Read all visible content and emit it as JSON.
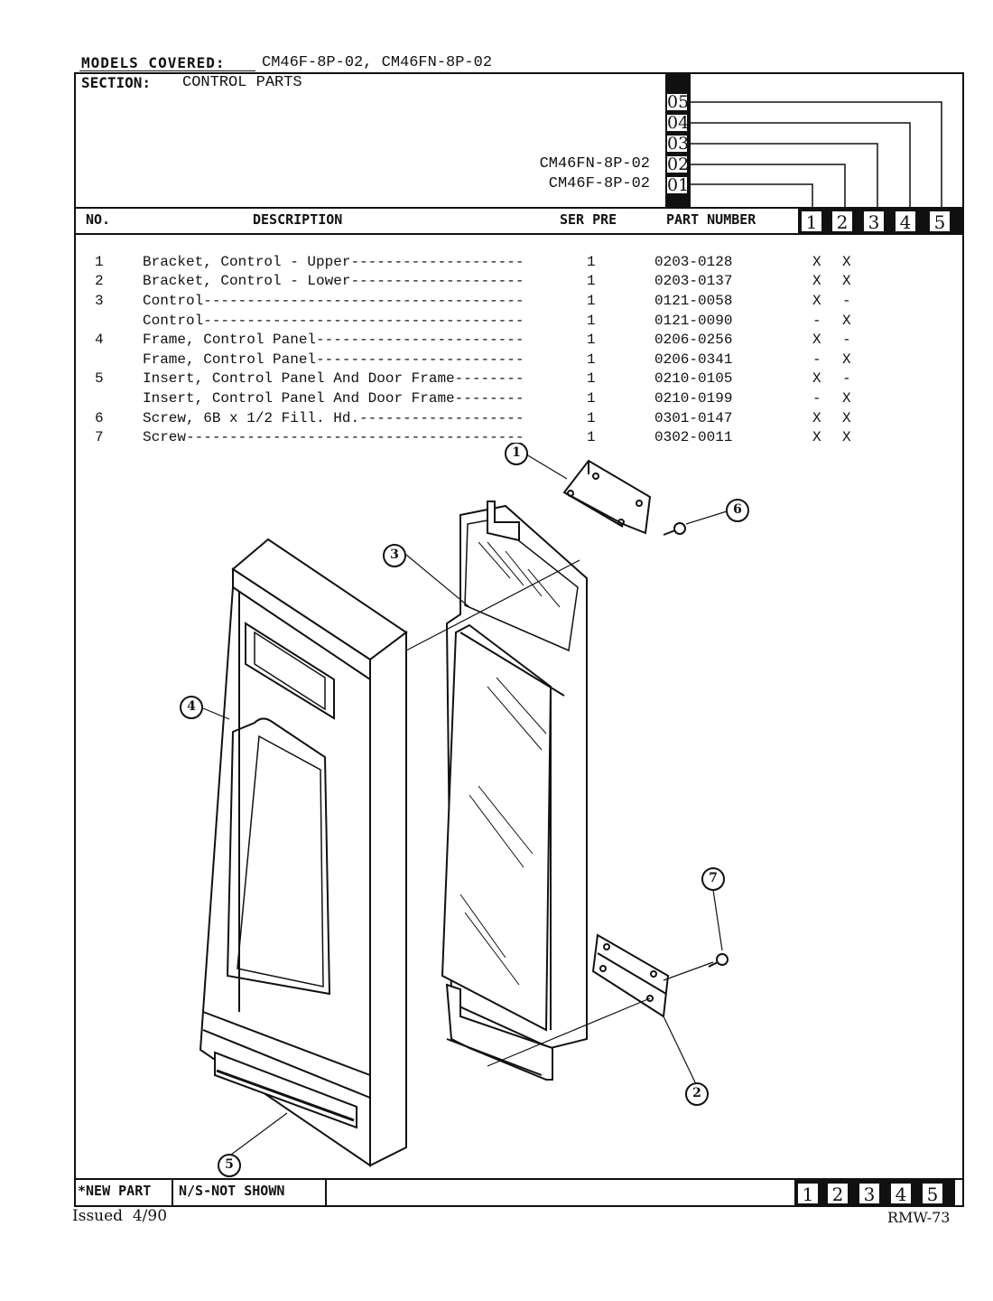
{
  "header": {
    "models_label": "MODELS COVERED:",
    "models_value": "CM46F-8P-02, CM46FN-8P-02",
    "section_label": "SECTION:",
    "section_value": "CONTROL PARTS",
    "model_codes": [
      {
        "code": "05",
        "model": ""
      },
      {
        "code": "04",
        "model": ""
      },
      {
        "code": "03",
        "model": ""
      },
      {
        "code": "02",
        "model": "CM46FN-8P-02"
      },
      {
        "code": "01",
        "model": "CM46F-8P-02"
      }
    ]
  },
  "table": {
    "columns": {
      "no": "NO.",
      "description": "DESCRIPTION",
      "ser_pre": "SER PRE",
      "part_number": "PART NUMBER"
    },
    "model_columns": [
      "1",
      "2",
      "3",
      "4",
      "5"
    ],
    "rows": [
      {
        "no": "1",
        "description": "Bracket, Control - Upper--------------------",
        "qty": "1",
        "part": "0203-0128",
        "m1": "X",
        "m2": "X"
      },
      {
        "no": "2",
        "description": "Bracket, Control - Lower--------------------",
        "qty": "1",
        "part": "0203-0137",
        "m1": "X",
        "m2": "X"
      },
      {
        "no": "3",
        "description": "Control-------------------------------------",
        "qty": "1",
        "part": "0121-0058",
        "m1": "X",
        "m2": "-"
      },
      {
        "no": "",
        "description": "Control-------------------------------------",
        "qty": "1",
        "part": "0121-0090",
        "m1": "-",
        "m2": "X"
      },
      {
        "no": "4",
        "description": "Frame, Control Panel------------------------",
        "qty": "1",
        "part": "0206-0256",
        "m1": "X",
        "m2": "-"
      },
      {
        "no": "",
        "description": "Frame, Control Panel------------------------",
        "qty": "1",
        "part": "0206-0341",
        "m1": "-",
        "m2": "X"
      },
      {
        "no": "5",
        "description": "Insert, Control Panel And Door Frame--------",
        "qty": "1",
        "part": "0210-0105",
        "m1": "X",
        "m2": "-"
      },
      {
        "no": "",
        "description": "Insert, Control Panel And Door Frame--------",
        "qty": "1",
        "part": "0210-0199",
        "m1": "-",
        "m2": "X"
      },
      {
        "no": "6",
        "description": "Screw, 6B x 1/2 Fill. Hd.-------------------",
        "qty": "1",
        "part": "0301-0147",
        "m1": "X",
        "m2": "X"
      },
      {
        "no": "7",
        "description": "Screw---------------------------------------",
        "qty": "1",
        "part": "0302-0011",
        "m1": "X",
        "m2": "X"
      }
    ]
  },
  "diagram": {
    "callouts": [
      "1",
      "2",
      "3",
      "4",
      "5",
      "6",
      "7"
    ]
  },
  "footer": {
    "new_part": "*NEW PART",
    "not_shown": "N/S-NOT SHOWN",
    "model_columns": [
      "1",
      "2",
      "3",
      "4",
      "5"
    ],
    "issued": "Issued  4/90",
    "doc_code": "RMW-73"
  }
}
